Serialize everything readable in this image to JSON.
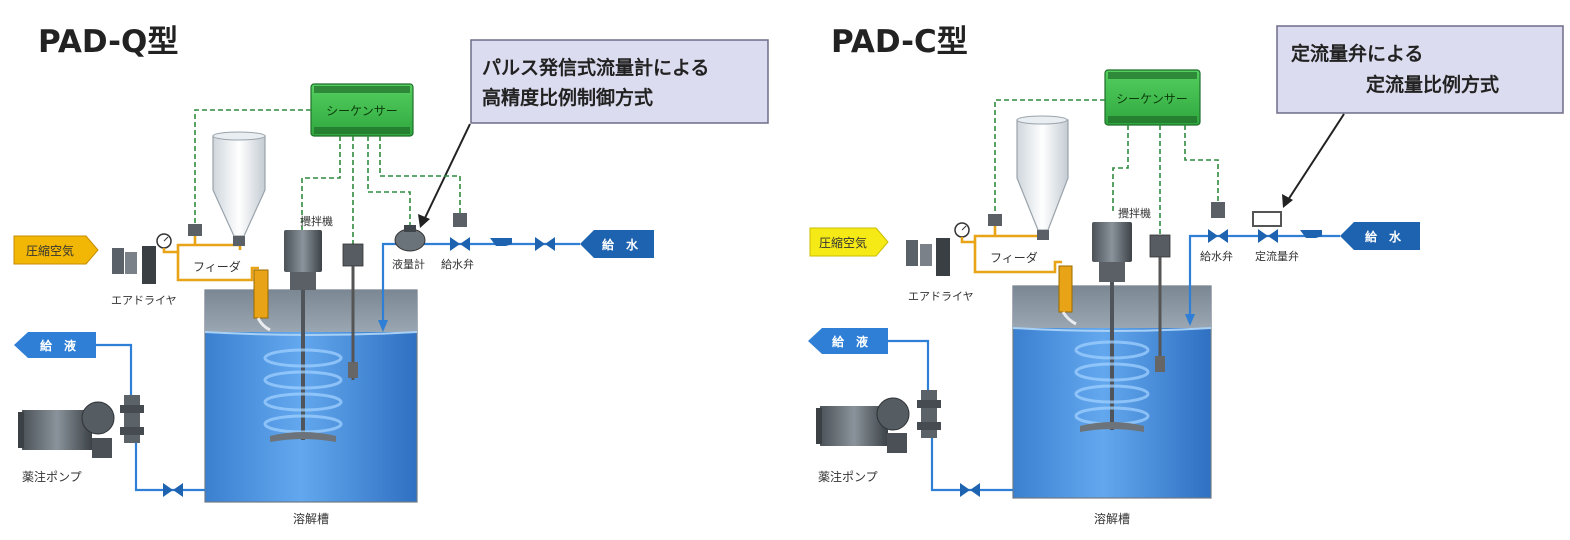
{
  "diagrams": [
    {
      "title": "PAD-Q型",
      "callout": [
        "パルス発信式流量計による",
        "高精度比例制御方式"
      ],
      "labels": {
        "sequencer": "シーケンサー",
        "compressed_air": "圧縮空気",
        "air_dryer": "エアドライヤ",
        "feeder": "フィーダ",
        "agitator": "攪拌機",
        "flow_meter": "液量計",
        "water_valve": "給水弁",
        "water_supply": "給　水",
        "liquid_supply": "給　液",
        "chemical_pump": "薬注ポンプ",
        "dissolving_tank": "溶解槽"
      }
    },
    {
      "title": "PAD-C型",
      "callout": [
        "定流量弁による",
        "定流量比例方式"
      ],
      "labels": {
        "sequencer": "シーケンサー",
        "compressed_air": "圧縮空気",
        "air_dryer": "エアドライヤ",
        "feeder": "フィーダ",
        "agitator": "攪拌機",
        "water_valve": "給水弁",
        "constant_flow_valve": "定流量弁",
        "water_supply": "給　水",
        "liquid_supply": "給　液",
        "chemical_pump": "薬注ポンプ",
        "dissolving_tank": "溶解槽"
      }
    }
  ],
  "colors": {
    "water_blue": "#2f7fd6",
    "tank_blue": "#3a86d8",
    "signal_green": "#2e8b3e",
    "sequencer_green": "#3fbf4f",
    "air_orange": "#e8a317",
    "air_tag": "#f2b705",
    "tag_blue": "#1e63b0",
    "callout_fill": "#dcdcf0"
  }
}
